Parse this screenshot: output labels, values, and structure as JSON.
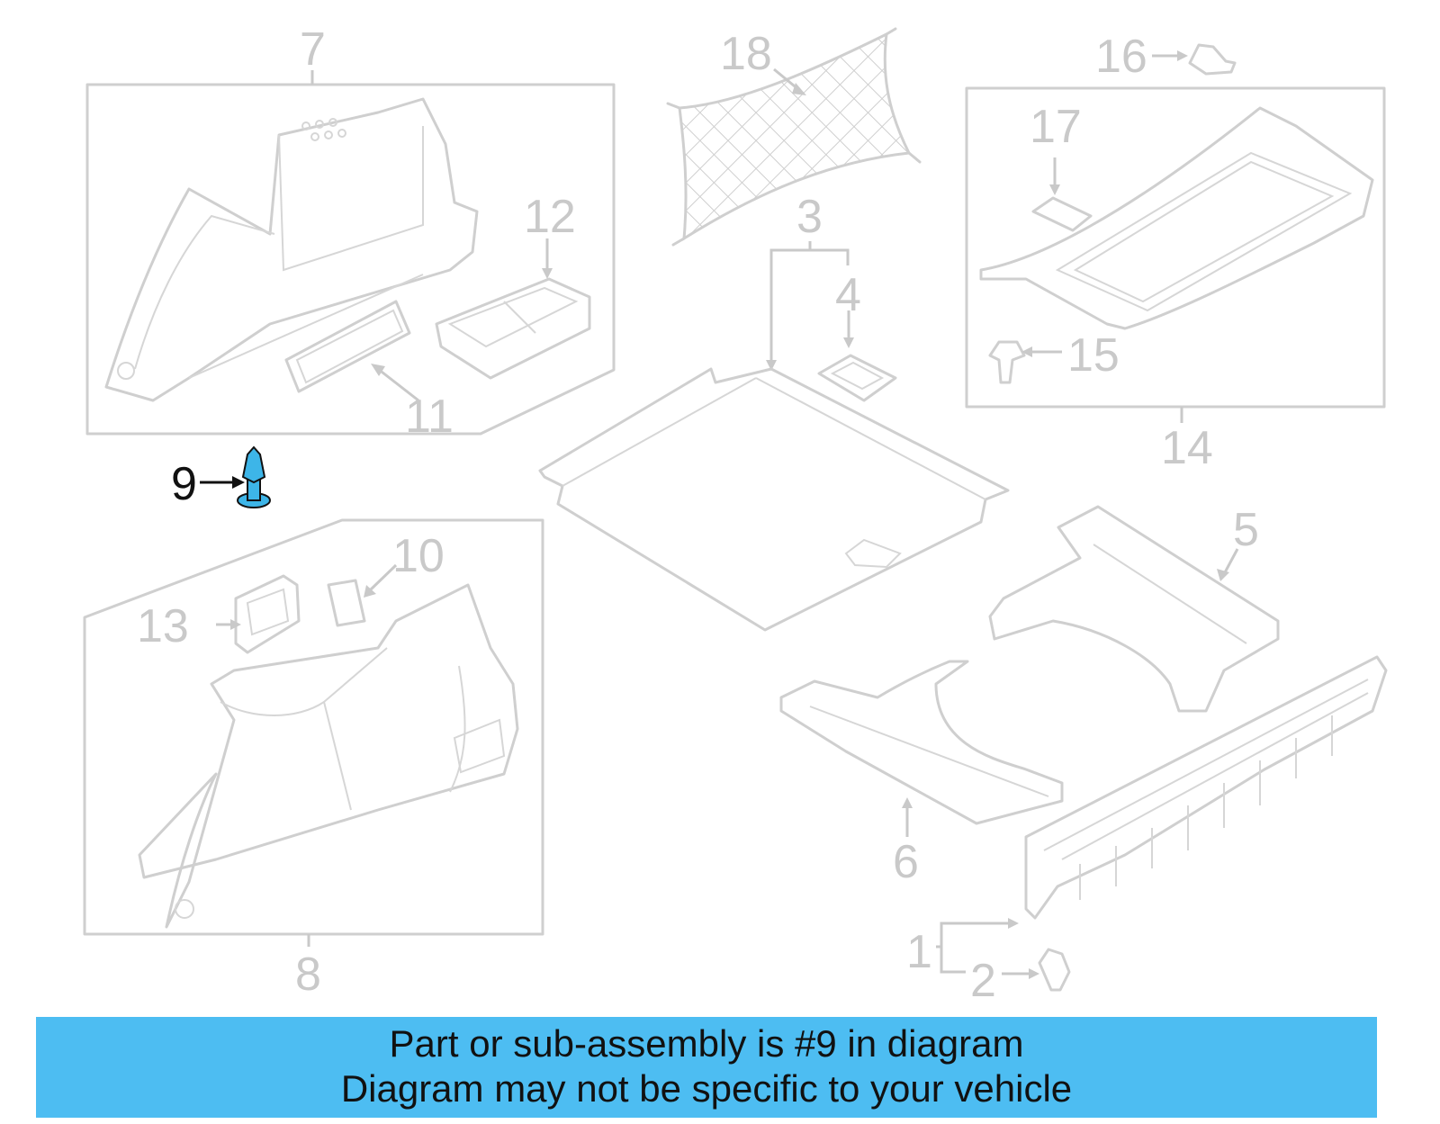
{
  "callouts": {
    "c1": "1",
    "c2": "2",
    "c3": "3",
    "c4": "4",
    "c5": "5",
    "c6": "6",
    "c7": "7",
    "c8": "8",
    "c9": "9",
    "c10": "10",
    "c11": "11",
    "c12": "12",
    "c13": "13",
    "c14": "14",
    "c15": "15",
    "c16": "16",
    "c17": "17",
    "c18": "18"
  },
  "highlight": {
    "part": "9",
    "color": "#3db5e8"
  },
  "banner": {
    "line1": "Part or sub-assembly is #9 in diagram",
    "line2": "Diagram may not be specific to your vehicle",
    "color": "#4dbdf2"
  }
}
